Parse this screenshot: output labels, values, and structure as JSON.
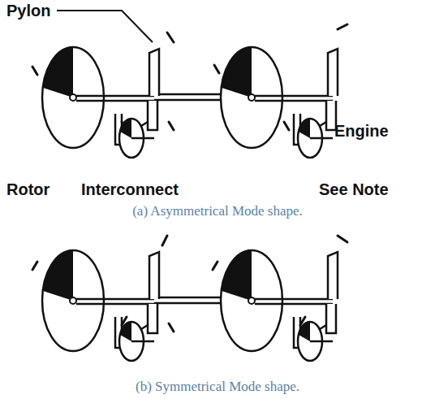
{
  "diagram": {
    "labels": [
      "Pylon",
      "Engine",
      "Rotor",
      "Interconnect",
      "See Note",
      "(a) Asymmetrical Mode shape.",
      "(b) Symmetrical Mode shape."
    ]
  }
}
